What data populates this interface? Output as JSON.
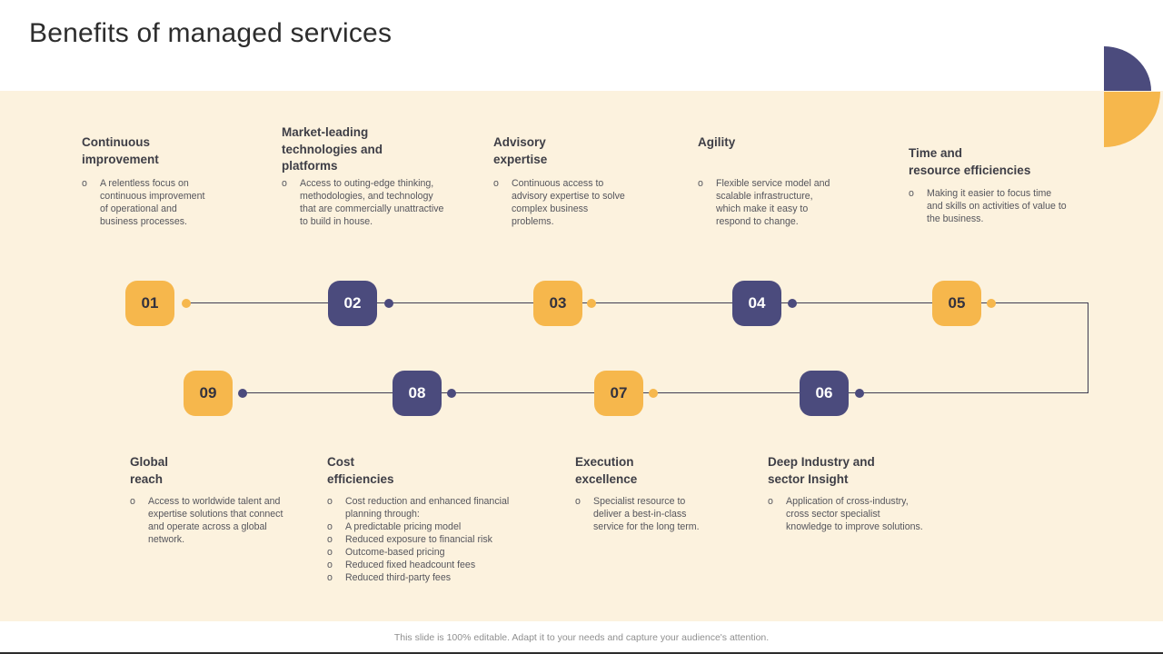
{
  "header": {
    "title": "Benefits of managed services"
  },
  "footer": {
    "note": "This slide is 100% editable. Adapt it to your needs and capture your audience's attention."
  },
  "bullets": {
    "marker": "o"
  },
  "colors": {
    "accent_yellow": "#f6b74c",
    "accent_purple": "#4b4b7d",
    "background_cream": "#fcf2de",
    "timeline_line": "#3d3d52",
    "heading_text": "#3e3e46",
    "body_text": "#55555c",
    "title_text": "#2d2d2d",
    "footer_text": "#8f8f8f"
  },
  "top_benefits": [
    {
      "number": "01",
      "title": "Continuous\nimprovement",
      "points": [
        "A relentless focus on continuous improvement of operational and business processes."
      ]
    },
    {
      "number": "02",
      "title": "Market-leading\ntechnologies and\nplatforms",
      "points": [
        "Access to outing-edge thinking, methodologies, and technology that are commercially unattractive to build in house."
      ]
    },
    {
      "number": "03",
      "title": "Advisory\nexpertise",
      "points": [
        "Continuous access to advisory expertise to solve complex business problems."
      ]
    },
    {
      "number": "04",
      "title": "Agility",
      "points": [
        "Flexible service model and scalable infrastructure, which make it easy to respond to change."
      ]
    },
    {
      "number": "05",
      "title": "Time and\nresource efficiencies",
      "points": [
        "Making it easier to focus time and skills on activities of value to the business."
      ]
    }
  ],
  "bottom_benefits": [
    {
      "number": "09",
      "title": "Global\nreach",
      "points": [
        "Access to worldwide talent and expertise solutions that connect and operate across a global network."
      ]
    },
    {
      "number": "08",
      "title": "Cost\nefficiencies",
      "points": [
        "Cost reduction and enhanced financial planning through:",
        "A predictable pricing model",
        "Reduced exposure to financial risk",
        "Outcome-based pricing",
        "Reduced fixed headcount fees",
        "Reduced third-party fees"
      ]
    },
    {
      "number": "07",
      "title": "Execution\nexcellence",
      "points": [
        "Specialist resource to deliver a best-in-class service for the long term."
      ]
    },
    {
      "number": "06",
      "title": "Deep Industry and\nsector Insight",
      "points": [
        "Application of cross-industry, cross sector specialist knowledge to improve solutions."
      ]
    }
  ]
}
